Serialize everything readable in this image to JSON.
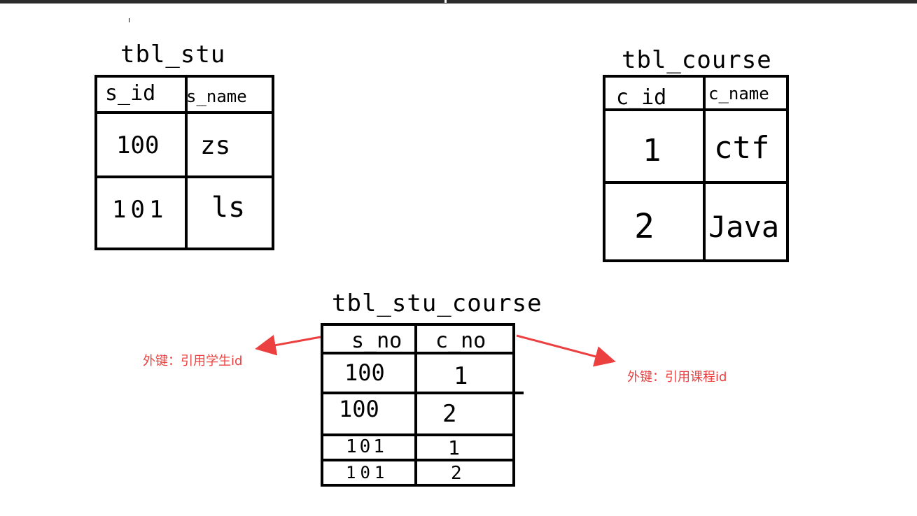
{
  "tables": {
    "stu": {
      "title": "tbl_stu",
      "headers": [
        "s_id",
        "s_name"
      ],
      "rows": [
        [
          "100",
          "zs"
        ],
        [
          "101",
          "ls"
        ]
      ]
    },
    "course": {
      "title": "tbl_course",
      "headers": [
        "c_id",
        "c_name"
      ],
      "rows": [
        [
          "1",
          "ctf"
        ],
        [
          "2",
          "Java"
        ]
      ]
    },
    "stu_course": {
      "title": "tbl_stu_course",
      "headers": [
        "s_no",
        "c_no"
      ],
      "rows": [
        [
          "100",
          "1"
        ],
        [
          "100",
          "2"
        ],
        [
          "101",
          "1"
        ],
        [
          "101",
          "2"
        ]
      ]
    }
  },
  "annotations": {
    "left": "外键：引用学生id",
    "right": "外键：引用课程id"
  },
  "colors": {
    "arrow": "#ec4040",
    "ink": "#000000"
  }
}
